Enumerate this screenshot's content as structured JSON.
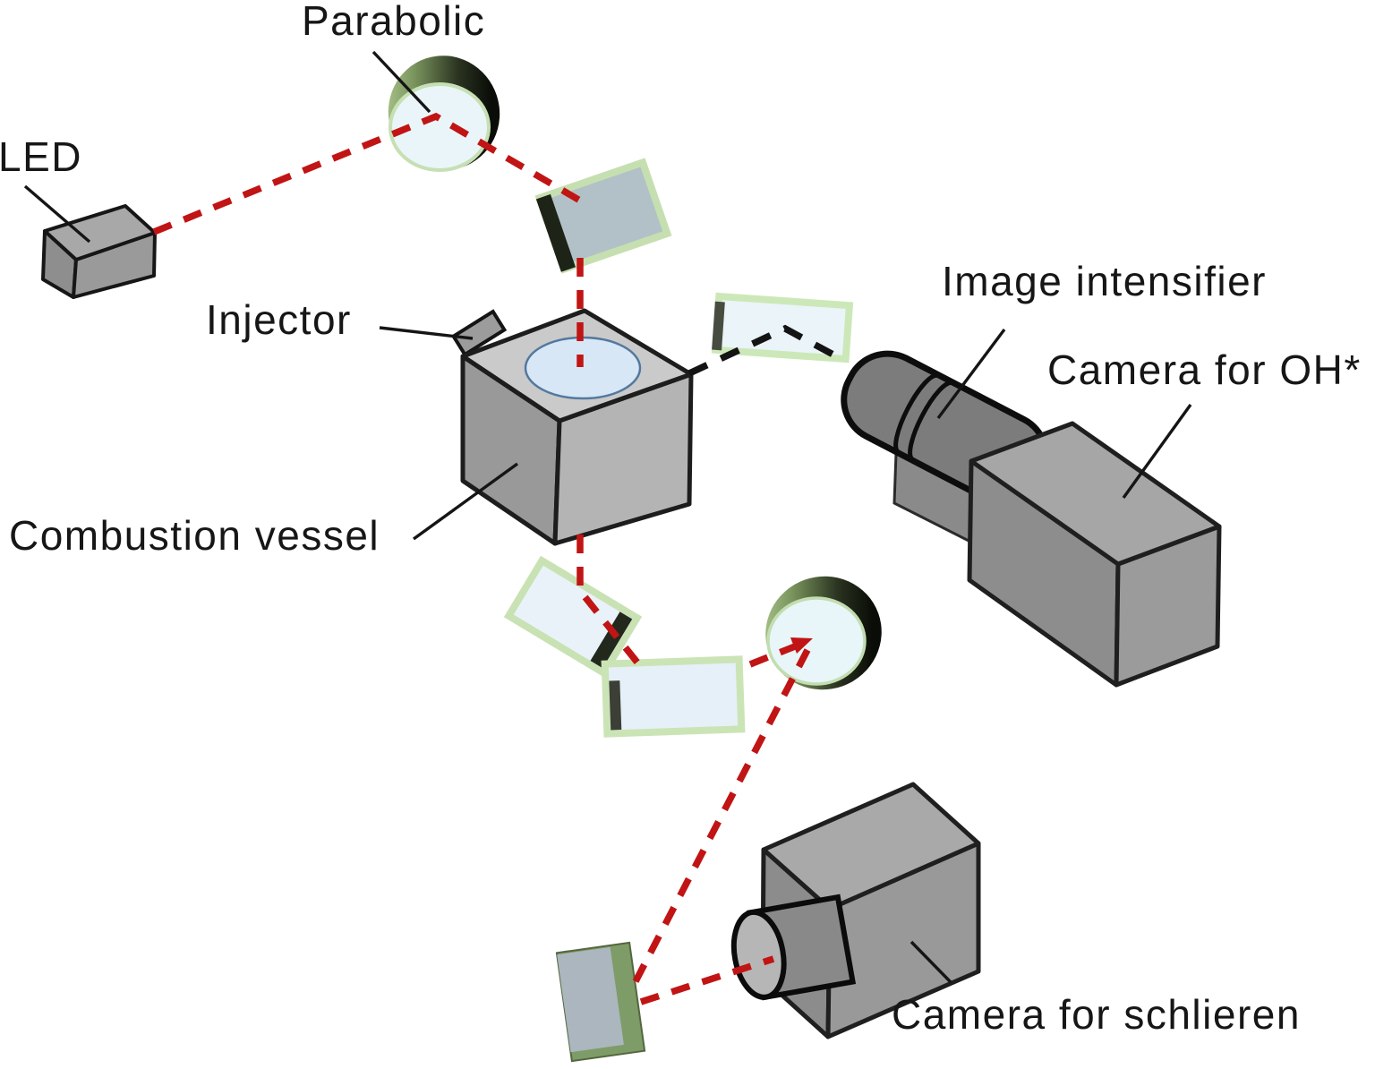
{
  "labels": {
    "parabolic": "Parabolic",
    "led": "LED",
    "injector": "Injector",
    "combustion_vessel": "Combustion vessel",
    "image_intensifier": "Image intensifier",
    "camera_for_oh": "Camera for OH*",
    "camera_for_schlieren": "Camera for schlieren"
  },
  "beams": {
    "schlieren_illumination_path_style": "red-dashed",
    "oh_signal_path_style": "black-dashed"
  },
  "colors": {
    "schlieren_beam_red": "#c11414",
    "oh_beam_black": "#141414",
    "mirror_face_blue": "#e9f3f9",
    "mirror_frame_green": "#c8e3b3",
    "gray_mirror_face": "#b2c1c7",
    "vessel_window_blue": "#d7e7f6",
    "hardware_gray": "#9a9a9a",
    "background": "#ffffff"
  }
}
